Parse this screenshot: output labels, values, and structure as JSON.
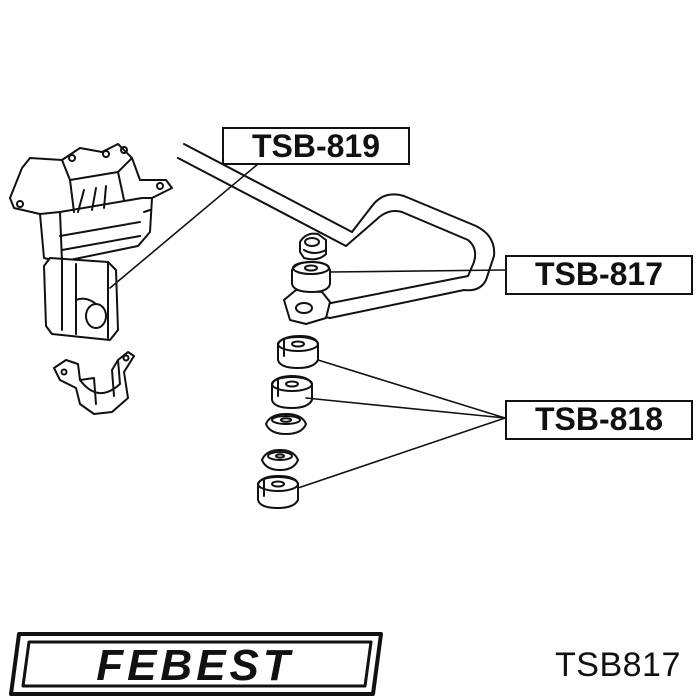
{
  "callouts": {
    "tsb819": "TSB-819",
    "tsb817": "TSB-817",
    "tsb818": "TSB-818"
  },
  "brand": {
    "logo_text": "FEBEST",
    "part_number": "TSB817"
  },
  "colors": {
    "ink": "#111111",
    "paper": "#ffffff"
  },
  "icons": [
    "stabilizer-bar-icon",
    "bracket-icon",
    "bushing-icon",
    "washer-icon",
    "end-link-icon"
  ]
}
